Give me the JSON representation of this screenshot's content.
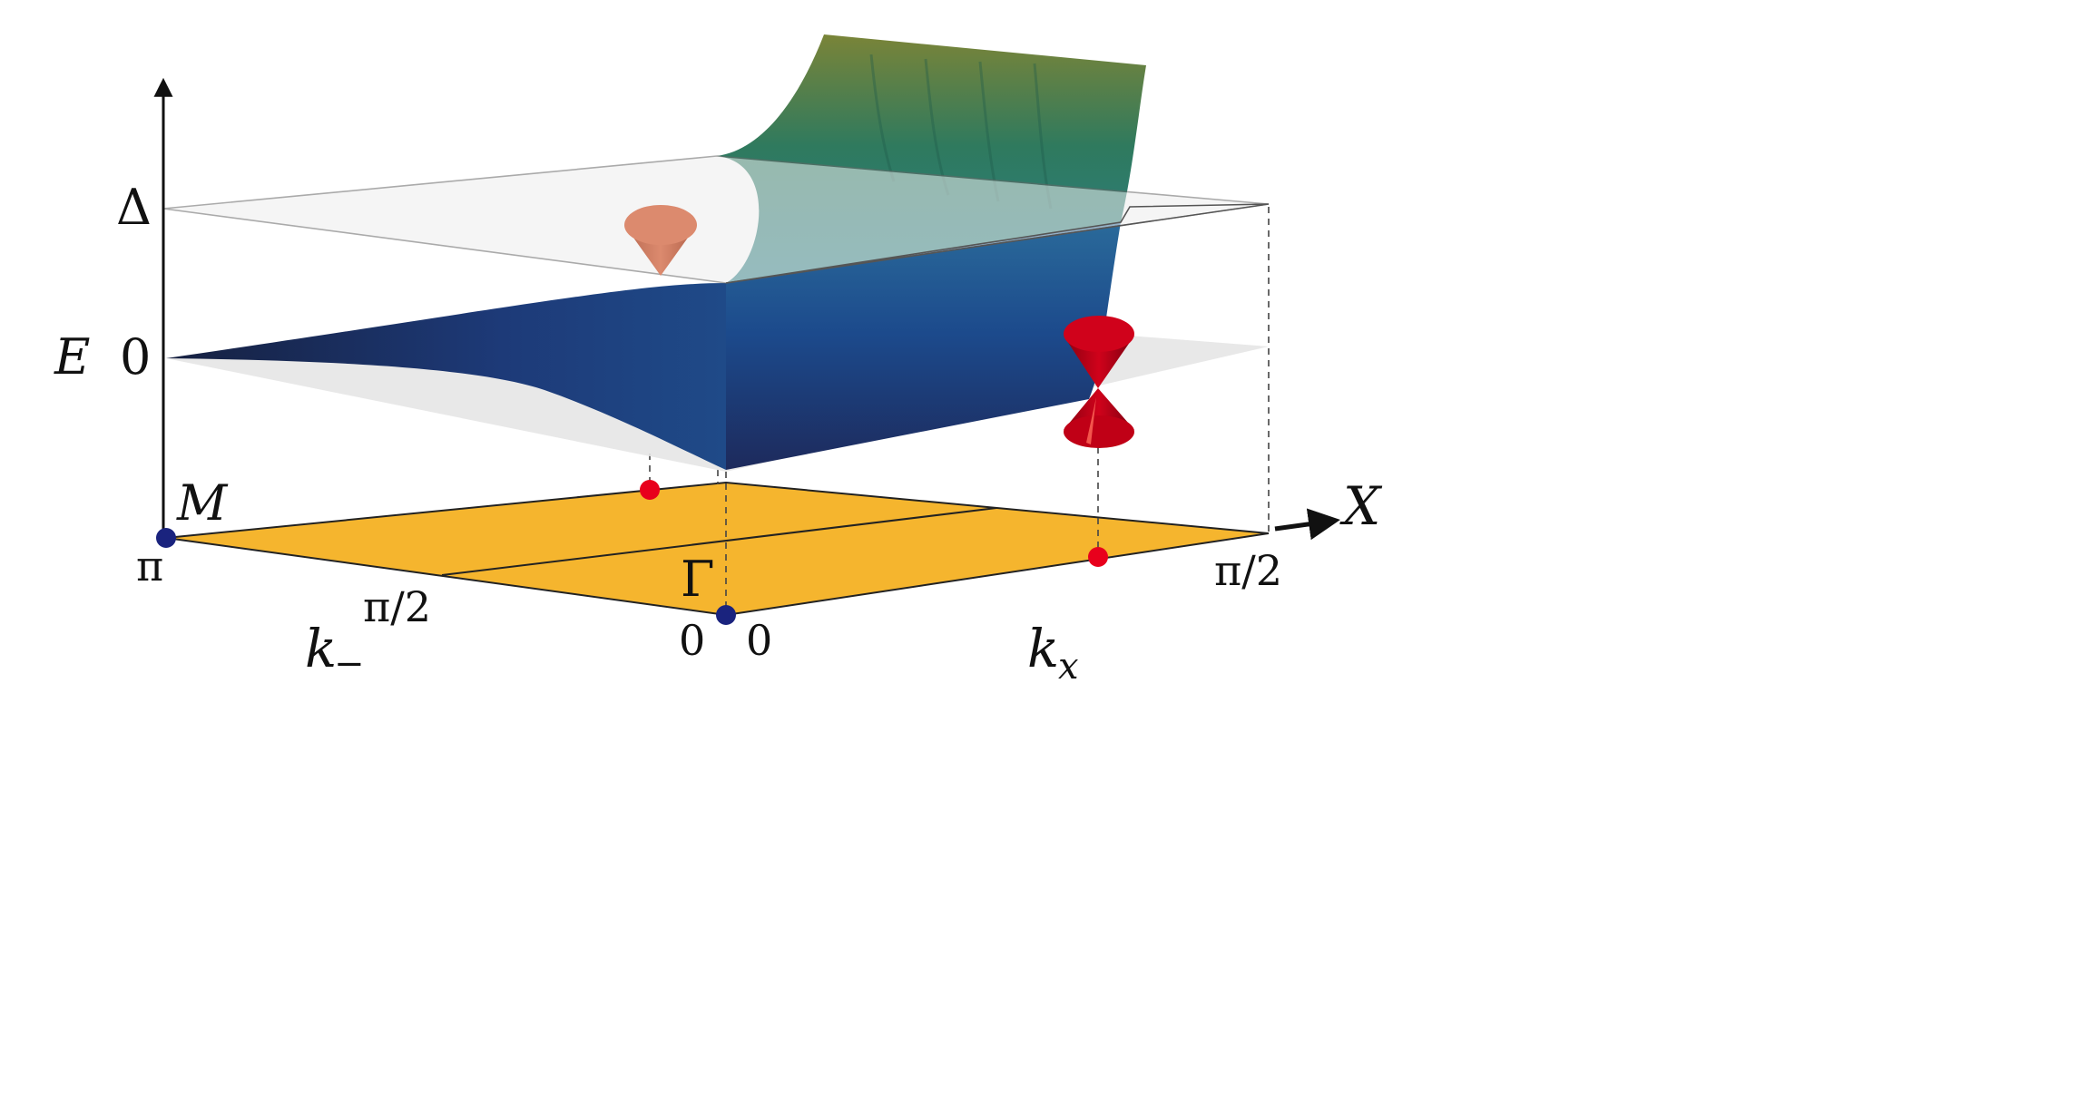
{
  "axis_labels": {
    "energy": "E",
    "gap": "Δ",
    "zero": "0"
  },
  "bz_labels": {
    "M": "M",
    "Gamma": "Γ",
    "X": "X"
  },
  "kx_axis": {
    "label_main": "k",
    "label_sub": "x",
    "tick_left": "0",
    "tick_right": "π/2"
  },
  "kminus_axis": {
    "label_main": "k",
    "label_sub": "−",
    "tick_right": "0",
    "tick_mid": "π/2",
    "tick_left": "π"
  },
  "colors": {
    "bz_plane": "#f5b52e",
    "high_symmetry_point": "#1a237e",
    "node_point": "#e8001c",
    "gap_plane": "#e6e6e6",
    "surface_dark": "#1d2a5c",
    "surface_mid": "#1f5a8a",
    "surface_teal": "#2e8a7a",
    "surface_top": "#7a8a3a",
    "cone_red": "#d0021b",
    "cone_orange": "#d9826a"
  }
}
